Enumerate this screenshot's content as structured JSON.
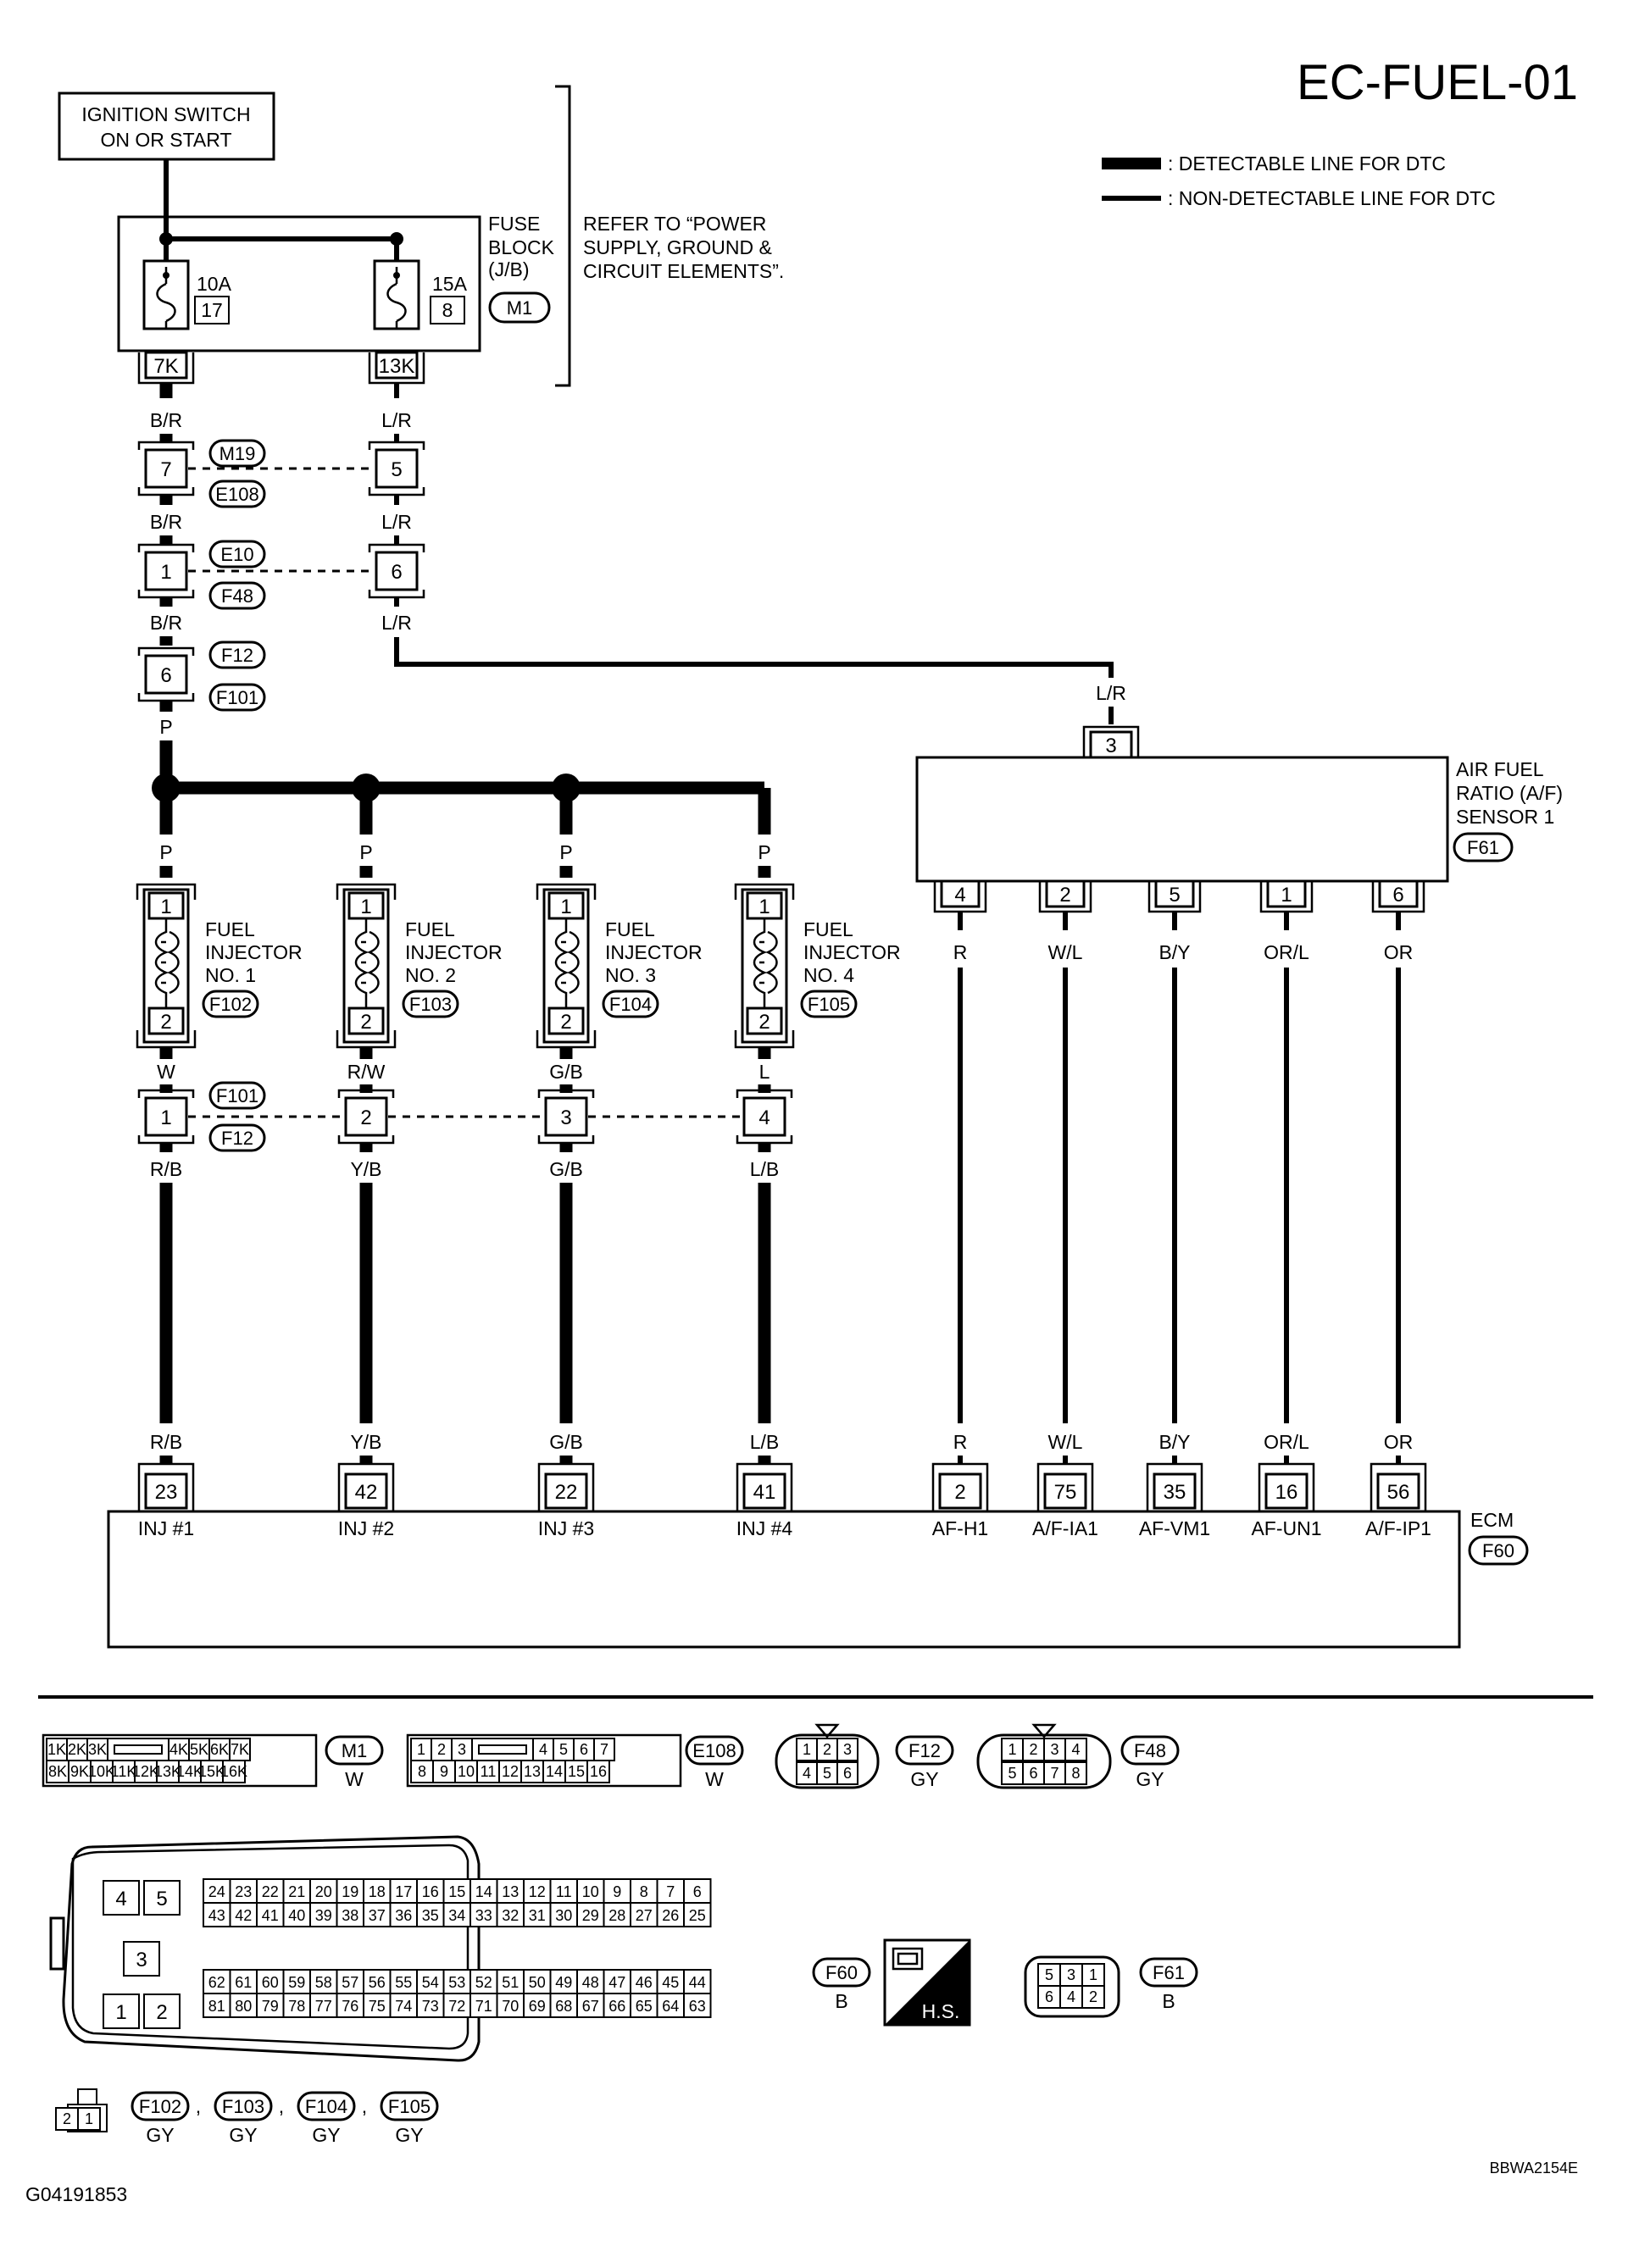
{
  "title": "EC-FUEL-01",
  "legend": {
    "detectable": ": DETECTABLE LINE FOR DTC",
    "non_detectable": ": NON-DETECTABLE LINE FOR DTC"
  },
  "ignition": {
    "line1": "IGNITION SWITCH",
    "line2": "ON OR START"
  },
  "fuse_block": {
    "line1": "FUSE",
    "line2": "BLOCK",
    "line3": "(J/B)",
    "connector": "M1",
    "fuse1_rating": "10A",
    "fuse1_number": "17",
    "fuse2_rating": "15A",
    "fuse2_number": "8",
    "term1": "7K",
    "term2": "13K"
  },
  "refer": {
    "line1": "REFER TO “POWER",
    "line2": "SUPPLY, GROUND &",
    "line3": "CIRCUIT ELEMENTS”."
  },
  "wires": {
    "br": "B/R",
    "lr": "L/R",
    "p": "P"
  },
  "joints": {
    "j1": {
      "left": "7",
      "right": "5",
      "conn1": "M19",
      "conn2": "E108"
    },
    "j2": {
      "left": "1",
      "right": "6",
      "conn1": "E10",
      "conn2": "F48"
    },
    "j3": {
      "left": "6",
      "conn1": "F12",
      "conn2": "F101"
    },
    "inj_join": {
      "conn1": "F101",
      "conn2": "F12"
    }
  },
  "injectors": [
    {
      "wire_top": "P",
      "label": [
        "FUEL",
        "INJECTOR",
        "NO. 1"
      ],
      "connector": "F102",
      "pin_top": "1",
      "pin_bottom": "2",
      "wire_mid": "W",
      "join_pin": "1",
      "wire_bottom": "R/B",
      "ecm_wire": "R/B",
      "ecm_pin": "23",
      "ecm_label": "INJ #1"
    },
    {
      "wire_top": "P",
      "label": [
        "FUEL",
        "INJECTOR",
        "NO. 2"
      ],
      "connector": "F103",
      "pin_top": "1",
      "pin_bottom": "2",
      "wire_mid": "R/W",
      "join_pin": "2",
      "wire_bottom": "Y/B",
      "ecm_wire": "Y/B",
      "ecm_pin": "42",
      "ecm_label": "INJ #2"
    },
    {
      "wire_top": "P",
      "label": [
        "FUEL",
        "INJECTOR",
        "NO. 3"
      ],
      "connector": "F104",
      "pin_top": "1",
      "pin_bottom": "2",
      "wire_mid": "G/B",
      "join_pin": "3",
      "wire_bottom": "G/B",
      "ecm_wire": "G/B",
      "ecm_pin": "22",
      "ecm_label": "INJ #3"
    },
    {
      "wire_top": "P",
      "label": [
        "FUEL",
        "INJECTOR",
        "NO. 4"
      ],
      "connector": "F105",
      "pin_top": "1",
      "pin_bottom": "2",
      "wire_mid": "L",
      "join_pin": "4",
      "wire_bottom": "L/B",
      "ecm_wire": "L/B",
      "ecm_pin": "41",
      "ecm_label": "INJ #4"
    }
  ],
  "af_sensor": {
    "line1": "AIR FUEL",
    "line2": "RATIO (A/F)",
    "line3": "SENSOR 1",
    "connector": "F61",
    "top_pin": "3",
    "wires": [
      {
        "pin": "4",
        "wire": "R",
        "ecm_wire": "R",
        "ecm_pin": "2",
        "ecm_label": "AF-H1"
      },
      {
        "pin": "2",
        "wire": "W/L",
        "ecm_wire": "W/L",
        "ecm_pin": "75",
        "ecm_label": "A/F-IA1"
      },
      {
        "pin": "5",
        "wire": "B/Y",
        "ecm_wire": "B/Y",
        "ecm_pin": "35",
        "ecm_label": "AF-VM1"
      },
      {
        "pin": "1",
        "wire": "OR/L",
        "ecm_wire": "OR/L",
        "ecm_pin": "16",
        "ecm_label": "AF-UN1"
      },
      {
        "pin": "6",
        "wire": "OR",
        "ecm_wire": "OR",
        "ecm_pin": "56",
        "ecm_label": "A/F-IP1"
      }
    ]
  },
  "ecm": {
    "label": "ECM",
    "connector": "F60"
  },
  "face_views": {
    "m1": {
      "row1": [
        "1K",
        "2K",
        "3K",
        "",
        "4K",
        "5K",
        "6K",
        "7K"
      ],
      "row2": [
        "8K",
        "9K",
        "10K",
        "11K",
        "12K",
        "13K",
        "14K",
        "15K",
        "16K"
      ],
      "name": "M1",
      "color": "W"
    },
    "e108": {
      "row1": [
        "1",
        "2",
        "3",
        "",
        "4",
        "5",
        "6",
        "7"
      ],
      "row2": [
        "8",
        "9",
        "10",
        "11",
        "12",
        "13",
        "14",
        "15",
        "16"
      ],
      "name": "E108",
      "color": "W"
    },
    "f12": {
      "row1": [
        "1",
        "2",
        "3"
      ],
      "row2": [
        "4",
        "5",
        "6"
      ],
      "name": "F12",
      "color": "GY"
    },
    "f48": {
      "row1": [
        "1",
        "2",
        "3",
        "4"
      ],
      "row2": [
        "5",
        "6",
        "7",
        "8"
      ],
      "name": "F48",
      "color": "GY"
    },
    "f60": {
      "left": [
        "4",
        "5",
        "3",
        "1",
        "2"
      ],
      "r1": [
        "24",
        "23",
        "22",
        "21",
        "20",
        "19",
        "18",
        "17",
        "16",
        "15",
        "14",
        "13",
        "12",
        "11",
        "10",
        "9",
        "8",
        "7",
        "6"
      ],
      "r2": [
        "43",
        "42",
        "41",
        "40",
        "39",
        "38",
        "37",
        "36",
        "35",
        "34",
        "33",
        "32",
        "31",
        "30",
        "29",
        "28",
        "27",
        "26",
        "25"
      ],
      "r3": [
        "62",
        "61",
        "60",
        "59",
        "58",
        "57",
        "56",
        "55",
        "54",
        "53",
        "52",
        "51",
        "50",
        "49",
        "48",
        "47",
        "46",
        "45",
        "44"
      ],
      "r4": [
        "81",
        "80",
        "79",
        "78",
        "77",
        "76",
        "75",
        "74",
        "73",
        "72",
        "71",
        "70",
        "69",
        "68",
        "67",
        "66",
        "65",
        "64",
        "63"
      ],
      "name": "F60",
      "color": "B"
    },
    "hs": "H.S.",
    "f61": {
      "row1": [
        "5",
        "3",
        "1"
      ],
      "row2": [
        "6",
        "4",
        "2"
      ],
      "name": "F61",
      "color": "B"
    },
    "injectors": {
      "pins": [
        "2",
        "1"
      ],
      "items": [
        {
          "name": "F102",
          "color": "GY"
        },
        {
          "name": "F103",
          "color": "GY"
        },
        {
          "name": "F104",
          "color": "GY"
        },
        {
          "name": "F105",
          "color": "GY"
        }
      ],
      "sep": ","
    }
  },
  "footer": {
    "left": "G04191853",
    "right": "BBWA2154E"
  }
}
